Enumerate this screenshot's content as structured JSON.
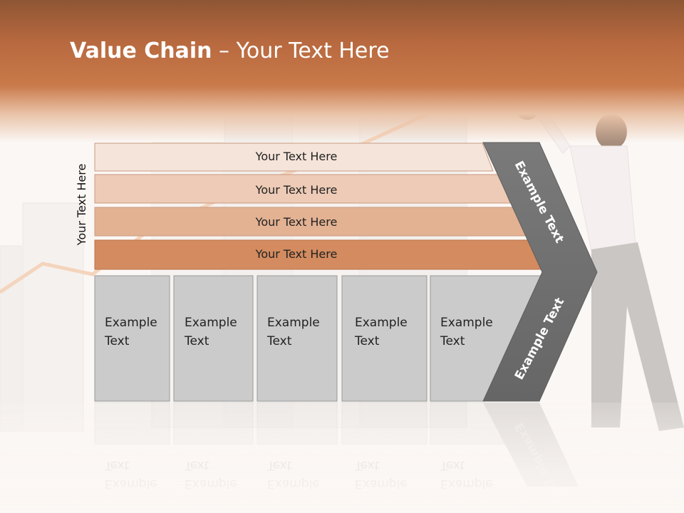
{
  "slide": {
    "title_bold": "Value Chain",
    "title_rest": " – Your Text Here",
    "side_label": "Your Text Here"
  },
  "bars": [
    {
      "label": "Your Text Here",
      "color": "#f5e4da"
    },
    {
      "label": "Your Text Here",
      "color": "#edcbb6"
    },
    {
      "label": "Your Text Here",
      "color": "#e3b293"
    },
    {
      "label": "Your Text Here",
      "color": "#d38b5f"
    }
  ],
  "boxes": [
    {
      "line1": "Example",
      "line2": "Text"
    },
    {
      "line1": "Example",
      "line2": "Text"
    },
    {
      "line1": "Example",
      "line2": "Text"
    },
    {
      "line1": "Example",
      "line2": "Text"
    },
    {
      "line1": "Example",
      "line2": "Text"
    }
  ],
  "chevron": {
    "upper_label": "Example Text",
    "lower_label": "Example Text",
    "color": "#707070"
  },
  "colors": {
    "header": "#c97a4a",
    "box_fill": "#cbcbcb",
    "box_stroke": "#9a9a9a"
  }
}
